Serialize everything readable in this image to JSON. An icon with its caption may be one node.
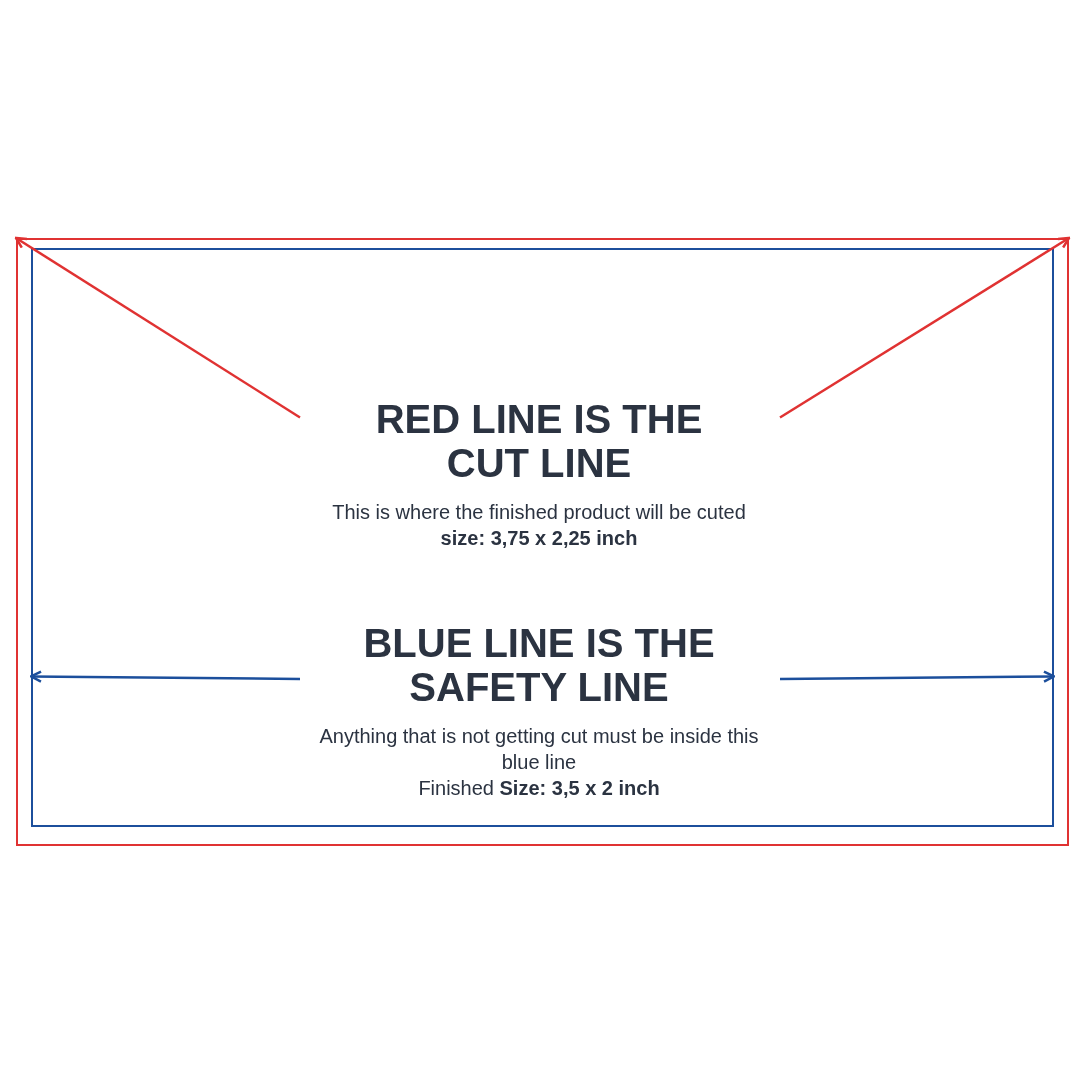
{
  "diagram": {
    "nodes": [
      {
        "text": [],
        "shape": "box"
      },
      {
        "text": [],
        "shape": "box",
        "in": 0
      },
      {
        "text": [
          "RED LINE IS THE CUT LINE",
          "This is where the finished product will be cuted",
          "size: 3,75 x 2,25 inch"
        ],
        "in": 1
      },
      {
        "text": [
          "BLUE LINE IS THE SAFETY LINE",
          "Anything that is not getting cut must be inside this blue line",
          "Finished **Size: 3,5 x 2 inch**"
        ],
        "in": 1
      }
    ],
    "edges": [
      {
        "from": 2,
        "to": 0,
        "arrow": "to",
        "color": "#e03232"
      },
      {
        "from": 2,
        "to": 0,
        "arrow": "to",
        "color": "#e03232"
      },
      {
        "from": 3,
        "to": 1,
        "arrow": "to",
        "color": "#1c4f9c"
      },
      {
        "from": 3,
        "to": 1,
        "arrow": "to",
        "color": "#1c4f9c"
      }
    ]
  }
}
